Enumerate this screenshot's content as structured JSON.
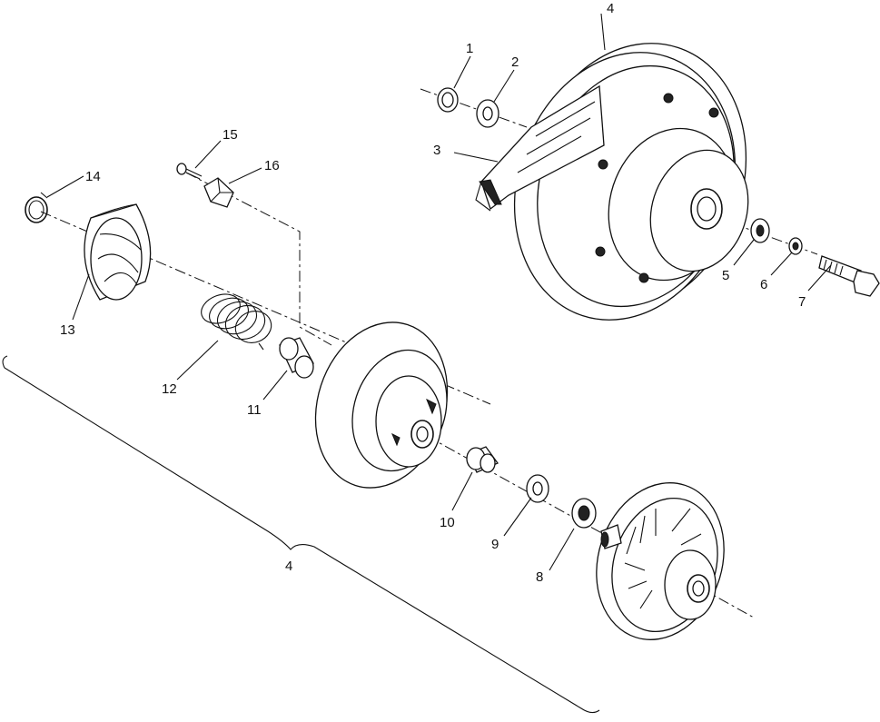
{
  "callouts": [
    {
      "id": "1",
      "text": "1"
    },
    {
      "id": "2",
      "text": "2"
    },
    {
      "id": "3",
      "text": "3"
    },
    {
      "id": "4a",
      "text": "4"
    },
    {
      "id": "5",
      "text": "5"
    },
    {
      "id": "6",
      "text": "6"
    },
    {
      "id": "7",
      "text": "7"
    },
    {
      "id": "8",
      "text": "8"
    },
    {
      "id": "9",
      "text": "9"
    },
    {
      "id": "10",
      "text": "10"
    },
    {
      "id": "11",
      "text": "11"
    },
    {
      "id": "12",
      "text": "12"
    },
    {
      "id": "13",
      "text": "13"
    },
    {
      "id": "14",
      "text": "14"
    },
    {
      "id": "15",
      "text": "15"
    },
    {
      "id": "16",
      "text": "16"
    },
    {
      "id": "4b",
      "text": "4"
    }
  ]
}
